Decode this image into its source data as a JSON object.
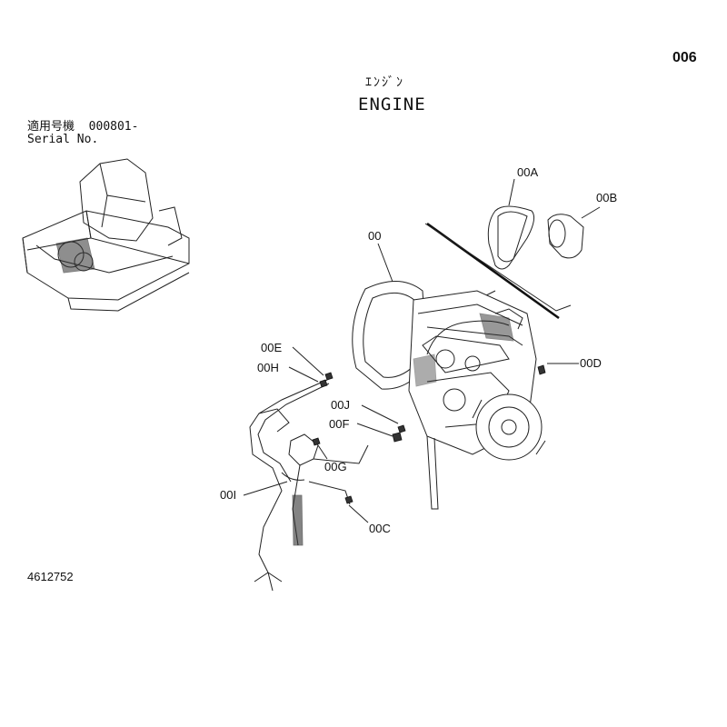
{
  "page_code": "006",
  "title": {
    "japanese": "ｴﾝｼﾞﾝ",
    "english": "ENGINE"
  },
  "applicability": {
    "label_jp": "適用号機",
    "serial_from": "000801-",
    "label_en": "Serial No."
  },
  "drawing_number": "4612752",
  "callouts": {
    "c00": "00",
    "c00A": "00A",
    "c00B": "00B",
    "c00C": "00C",
    "c00D": "00D",
    "c00E": "00E",
    "c00F": "00F",
    "c00G": "00G",
    "c00H": "00H",
    "c00I": "00I",
    "c00J": "00J"
  }
}
